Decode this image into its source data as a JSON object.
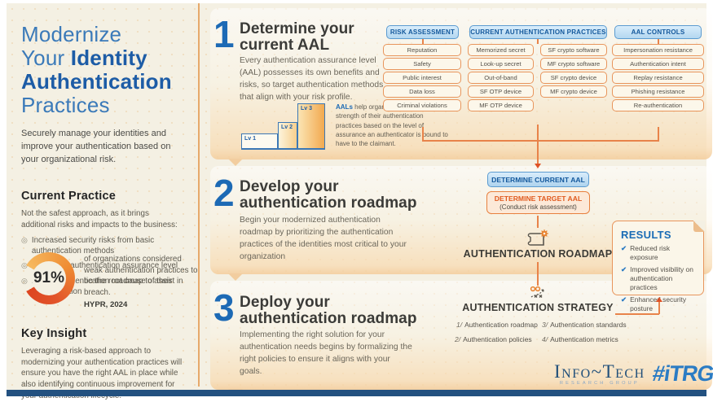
{
  "colors": {
    "accent_blue": "#1d6ab5",
    "title_blue": "#3b7ab9",
    "title_dark_blue": "#1d5ca6",
    "accent_orange": "#e8822f",
    "deep_orange": "#df4a1f",
    "navy_bar": "#235180",
    "pill_text_blue": "#13589c"
  },
  "sidebar": {
    "title": {
      "l1": "Modernize",
      "l2a": "Your",
      "l2b": "Identity",
      "l3": "Authentication",
      "l4": "Practices"
    },
    "subtitle": "Securely manage your identities and improve your authentication based on your organizational risk.",
    "current_practice": {
      "heading": "Current Practice",
      "intro": "Not the safest approach, as it brings additional risks and impacts to the business:",
      "bullets": [
        "Increased security risks from basic authentication methods",
        "Undefined authentication assurance level",
        "Lack of authentication roadmap to assist in modernization"
      ]
    },
    "stat": {
      "value": "91%",
      "text": "of organizations considered weak authentication practices to be the root cause of their breach.",
      "source": "HYPR, 2024"
    },
    "key_insight": {
      "heading": "Key Insight",
      "text": "Leveraging a risk-based approach to modernizing your authentication practices will ensure you have the right AAL in place while also identifying continuous improvement for your authentication lifecycle."
    }
  },
  "steps": {
    "one": {
      "number": "1",
      "title1": "Determine your",
      "title2": "current AAL",
      "body": "Every authentication assurance level (AAL) possesses its own benefits and risks, so target authentication methods that align with your risk profile.",
      "stairs": {
        "lv1": "Lv 1",
        "lv2": "Lv 2",
        "lv3": "Lv 3"
      },
      "note_bold": "AALs",
      "note": " help organizations measure the strength of their authentication practices based on the level of assurance an authenticator is bound to have to the claimant."
    },
    "two": {
      "number": "2",
      "title1": "Develop your",
      "title2": "authentication roadmap",
      "body": "Begin your modernized authentication roadmap by prioritizing the authentication practices of the identities most critical to your organization"
    },
    "three": {
      "number": "3",
      "title1": "Deploy your",
      "title2": "authentication roadmap",
      "body": "Implementing the right solution for your authentication needs begins by formalizing the right policies to ensure it aligns with your goals."
    }
  },
  "columns": {
    "risk": {
      "header": "RISK ASSESSMENT",
      "items": [
        "Reputation",
        "Safety",
        "Public interest",
        "Data loss",
        "Criminal violations"
      ]
    },
    "practices": {
      "header": "CURRENT AUTHENTICATION PRACTICES",
      "items_left": [
        "Memorized secret",
        "Look-up secret",
        "Out-of-band",
        "SF OTP device",
        "MF OTP device"
      ],
      "items_right": [
        "SF crypto software",
        "MF crypto software",
        "SF crypto device",
        "MF crypto device"
      ]
    },
    "aal": {
      "header": "AAL CONTROLS",
      "items": [
        "Impersonation resistance",
        "Authentication intent",
        "Replay resistance",
        "Phishing resistance",
        "Re-authentication"
      ]
    }
  },
  "flow": {
    "determine_current": "DETERMINE CURRENT AAL",
    "determine_target": "DETERMINE TARGET AAL",
    "determine_target_sub": "(Conduct risk assessment)",
    "roadmap_label": "AUTHENTICATION ROADMAP",
    "strategy_label": "AUTHENTICATION STRATEGY",
    "strategy_items": [
      {
        "num": "1/",
        "label": "Authentication roadmap"
      },
      {
        "num": "2/",
        "label": "Authentication policies"
      },
      {
        "num": "3/",
        "label": "Authentication standards"
      },
      {
        "num": "4/",
        "label": "Authentication metrics"
      }
    ]
  },
  "results": {
    "heading": "RESULTS",
    "items": [
      "Reduced risk exposure",
      "Improved visibility on authentication practices",
      "Enhanced security posture"
    ]
  },
  "footer": {
    "logo_main": "Info~Tech",
    "logo_sub": "RESEARCH GROUP",
    "logo_tag": "#iTRG"
  }
}
